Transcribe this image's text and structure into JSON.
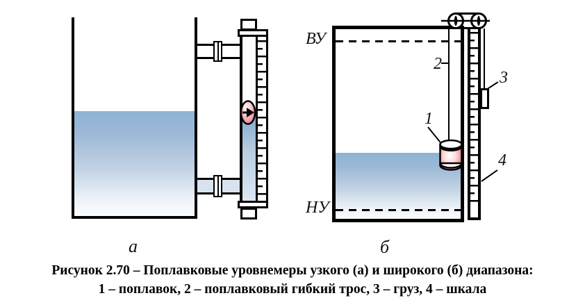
{
  "figure": {
    "caption": {
      "line1": "Рисунок 2.70 – Поплавковые уровнемеры узкого (а) и широкого (б) диапазона:",
      "line2": "1 – поплавок, 2 – поплавковый гибкий трос, 3 – груз, 4 – шкала"
    },
    "panel_a": {
      "label": "а"
    },
    "panel_b": {
      "label": "б",
      "upper_level": "ВУ",
      "lower_level": "НУ",
      "callout_float": "1",
      "callout_cable": "2",
      "callout_weight": "3",
      "callout_scale": "4"
    },
    "colors": {
      "line": "#000000",
      "liquid_top": "#8FB3D5",
      "liquid_bottom": "#F8FBFD",
      "float_red": "#E25559",
      "indicator_pink": "#EE8F98"
    }
  }
}
